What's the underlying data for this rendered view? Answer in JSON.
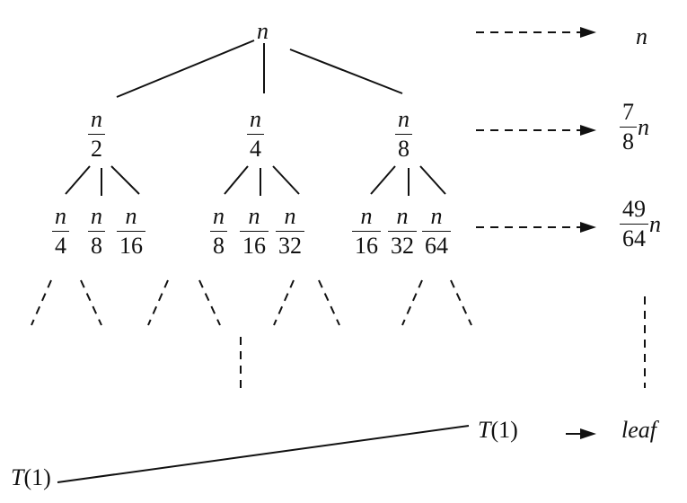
{
  "root": {
    "label": "n"
  },
  "level1": [
    {
      "num": "n",
      "den": "2"
    },
    {
      "num": "n",
      "den": "4"
    },
    {
      "num": "n",
      "den": "8"
    }
  ],
  "level2": [
    {
      "num": "n",
      "den": "4"
    },
    {
      "num": "n",
      "den": "8"
    },
    {
      "num": "n",
      "den": "16"
    },
    {
      "num": "n",
      "den": "8"
    },
    {
      "num": "n",
      "den": "16"
    },
    {
      "num": "n",
      "den": "32"
    },
    {
      "num": "n",
      "den": "16"
    },
    {
      "num": "n",
      "den": "32"
    },
    {
      "num": "n",
      "den": "64"
    }
  ],
  "sums": {
    "row0": "n",
    "row1": {
      "num": "7",
      "den": "8",
      "tail": "n"
    },
    "row2": {
      "num": "49",
      "den": "64",
      "tail": "n"
    }
  },
  "bottom": {
    "leaf_right": "T(1)",
    "leaf_left": "T(1)",
    "leaf_label": "leaf"
  }
}
